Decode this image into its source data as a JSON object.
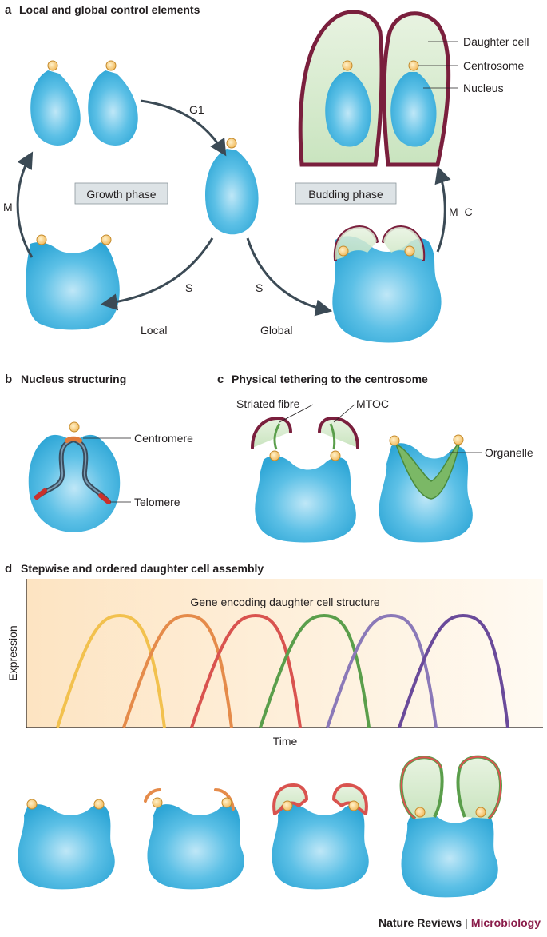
{
  "panel_a": {
    "letter": "a",
    "title": "Local and global control elements",
    "growth_phase": "Growth phase",
    "budding_phase": "Budding phase",
    "g1": "G1",
    "m": "M",
    "s_left": "S",
    "s_right": "S",
    "mc": "M–C",
    "local": "Local",
    "global": "Global",
    "callouts": {
      "daughter_cell": "Daughter cell",
      "centrosome": "Centrosome",
      "nucleus": "Nucleus"
    }
  },
  "panel_b": {
    "letter": "b",
    "title": "Nucleus structuring",
    "centromere": "Centromere",
    "telomere": "Telomere"
  },
  "panel_c": {
    "letter": "c",
    "title": "Physical tethering to the centrosome",
    "striated_fibre": "Striated fibre",
    "mtoc": "MTOC",
    "organelle": "Organelle"
  },
  "panel_d": {
    "letter": "d",
    "title": "Stepwise and ordered daughter cell assembly",
    "curve_title": "Gene encoding daughter cell structure",
    "xlabel": "Time",
    "ylabel": "Expression",
    "curve_colors": [
      "#f2c14e",
      "#e58b4a",
      "#d9534f",
      "#5a9e4b",
      "#8b79b8",
      "#6a4a9a"
    ]
  },
  "colors": {
    "cell_blue": "#3fb0dd",
    "centrosome": "#f6c56a",
    "daughter_membrane": "#7a1f3d",
    "daughter_fill": "#cfe8c6",
    "arrow": "#3b4a55",
    "label_box": "#dde3e6"
  },
  "footer": {
    "publisher": "Nature Reviews",
    "separator": "|",
    "journal": "Microbiology"
  }
}
